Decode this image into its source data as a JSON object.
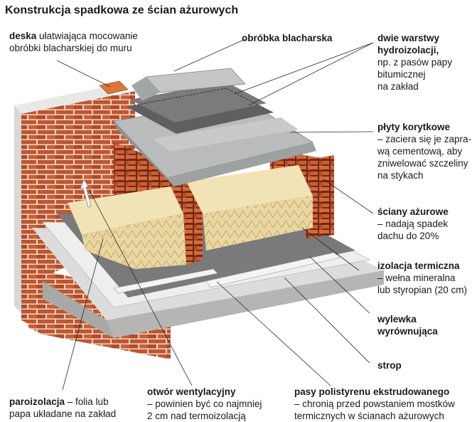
{
  "title": "Konstrukcja spadkowa ze ścian ażurowych",
  "labels": {
    "deska": {
      "name": "deska",
      "desc_1": " ułatwiająca mocowanie",
      "desc_2": "obróbki blacharskiej do muru"
    },
    "obrobka": {
      "name": "obróbka blacharska"
    },
    "hydro": {
      "name_1": "dwie warstwy",
      "name_2": "hydroizolacji,",
      "desc_1": "np. z pasów papy",
      "desc_2": "bitumicznej",
      "desc_3": "na zakład"
    },
    "plyty": {
      "name": "płyty korytkowe",
      "desc_1": "– zaciera się je zapra-",
      "desc_2": "wą cementową, aby",
      "desc_3": "zniwelować szczeliny",
      "desc_4": "na stykach"
    },
    "sciany": {
      "name": "ściany ażurowe",
      "desc_1": "– nadają spadek",
      "desc_2": "dachu do 20%"
    },
    "izolacja": {
      "name": "izolacja termiczna",
      "desc_1": "– wełna mineralna",
      "desc_2": "lub styropian (20 cm)"
    },
    "wylewka": {
      "name_1": "wylewka",
      "name_2": "wyrównująca"
    },
    "strop": {
      "name": "strop"
    },
    "paroizolacja": {
      "name": "paroizolacja",
      "desc_1": " – folia lub",
      "desc_2": "papa układane na zakład"
    },
    "otwor": {
      "name": "otwór wentylacyjny",
      "desc_1": "– powinien być co najmniej",
      "desc_2": "2 cm nad termoizolacją"
    },
    "pasy": {
      "name": "pasy polistyrenu ekstrudowanego",
      "desc_1": "– chronią przed powstaniem mostków",
      "desc_2": "termicznych w ścianach ażurowych"
    }
  },
  "colors": {
    "brick": "#c0552f",
    "mortar": "#e9d9c8",
    "concrete": "#c8c8c6",
    "screed": "#d9d9d7",
    "membrane": "#6f6f6f",
    "insulation": "#ecd9a6",
    "sheet_metal": "#a9acad",
    "leader": "#2a2a2a"
  }
}
